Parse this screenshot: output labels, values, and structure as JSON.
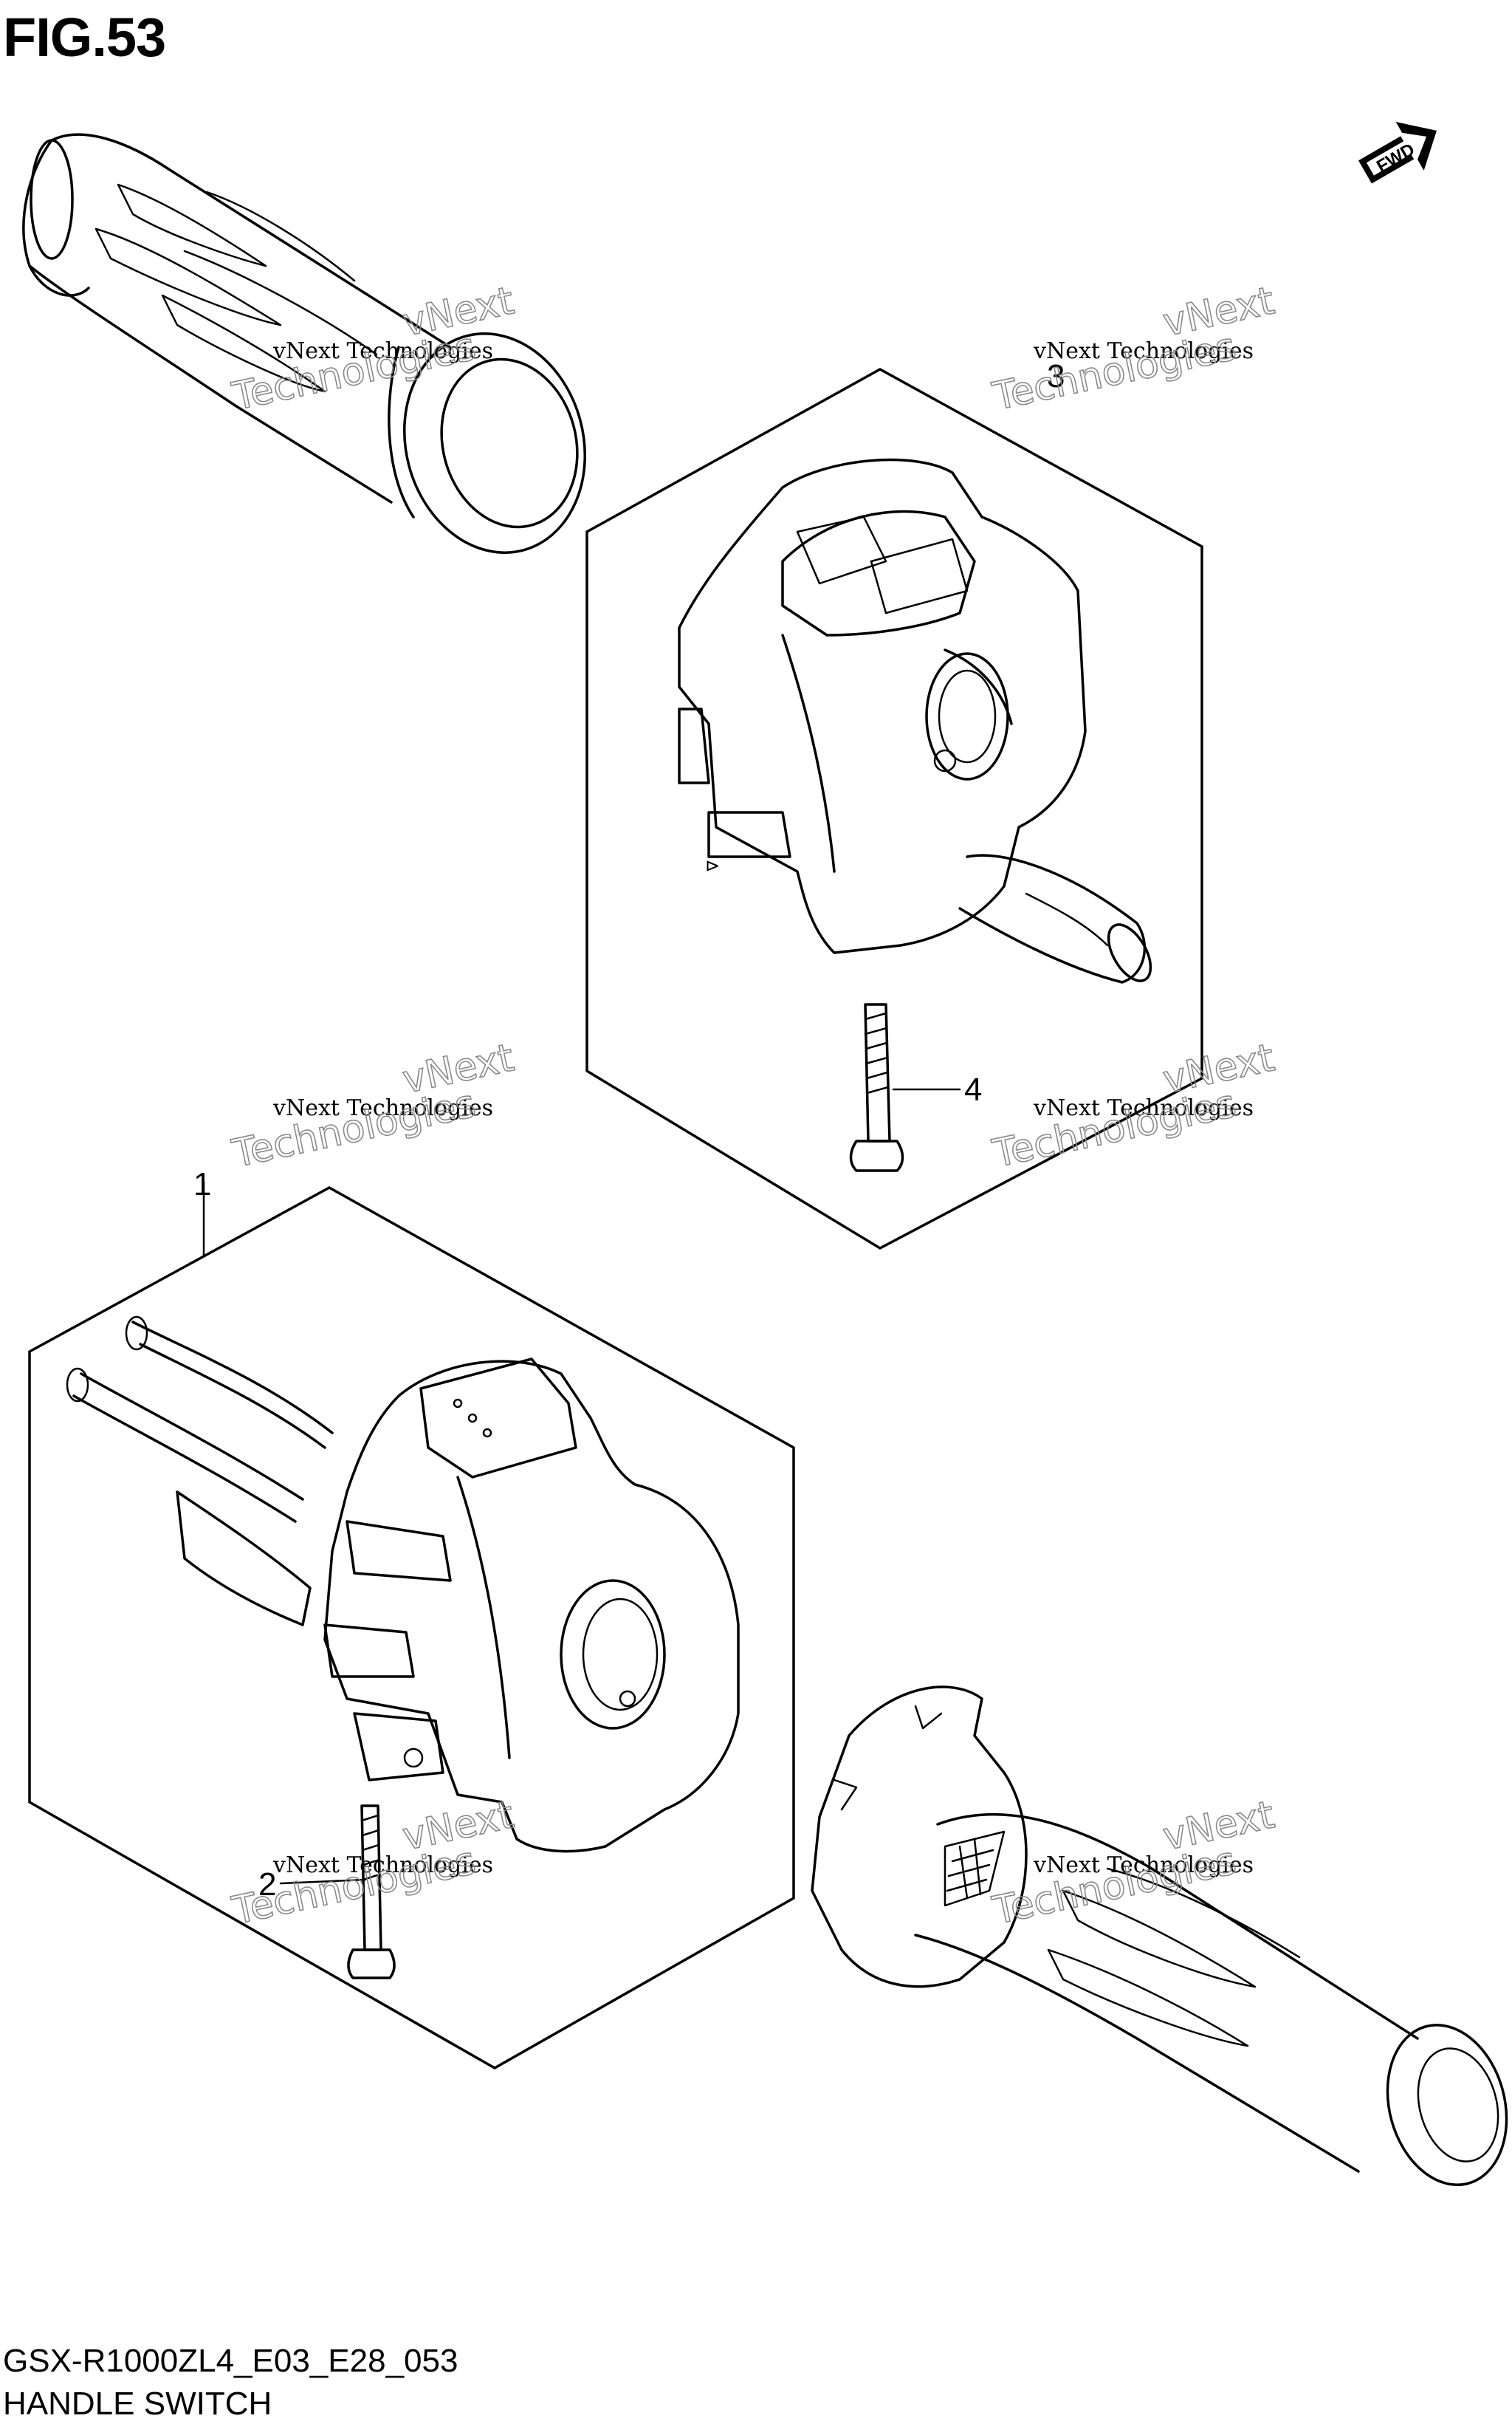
{
  "figure": {
    "title": "FIG.53",
    "code": "GSX-R1000ZL4_E03_E28_053",
    "name": "HANDLE SWITCH"
  },
  "fwd_label": "FWD",
  "callouts": [
    "1",
    "2",
    "3",
    "4"
  ],
  "watermark": {
    "line1": "vNext Technologies",
    "line2": "vNext",
    "line3": "Technologies"
  }
}
